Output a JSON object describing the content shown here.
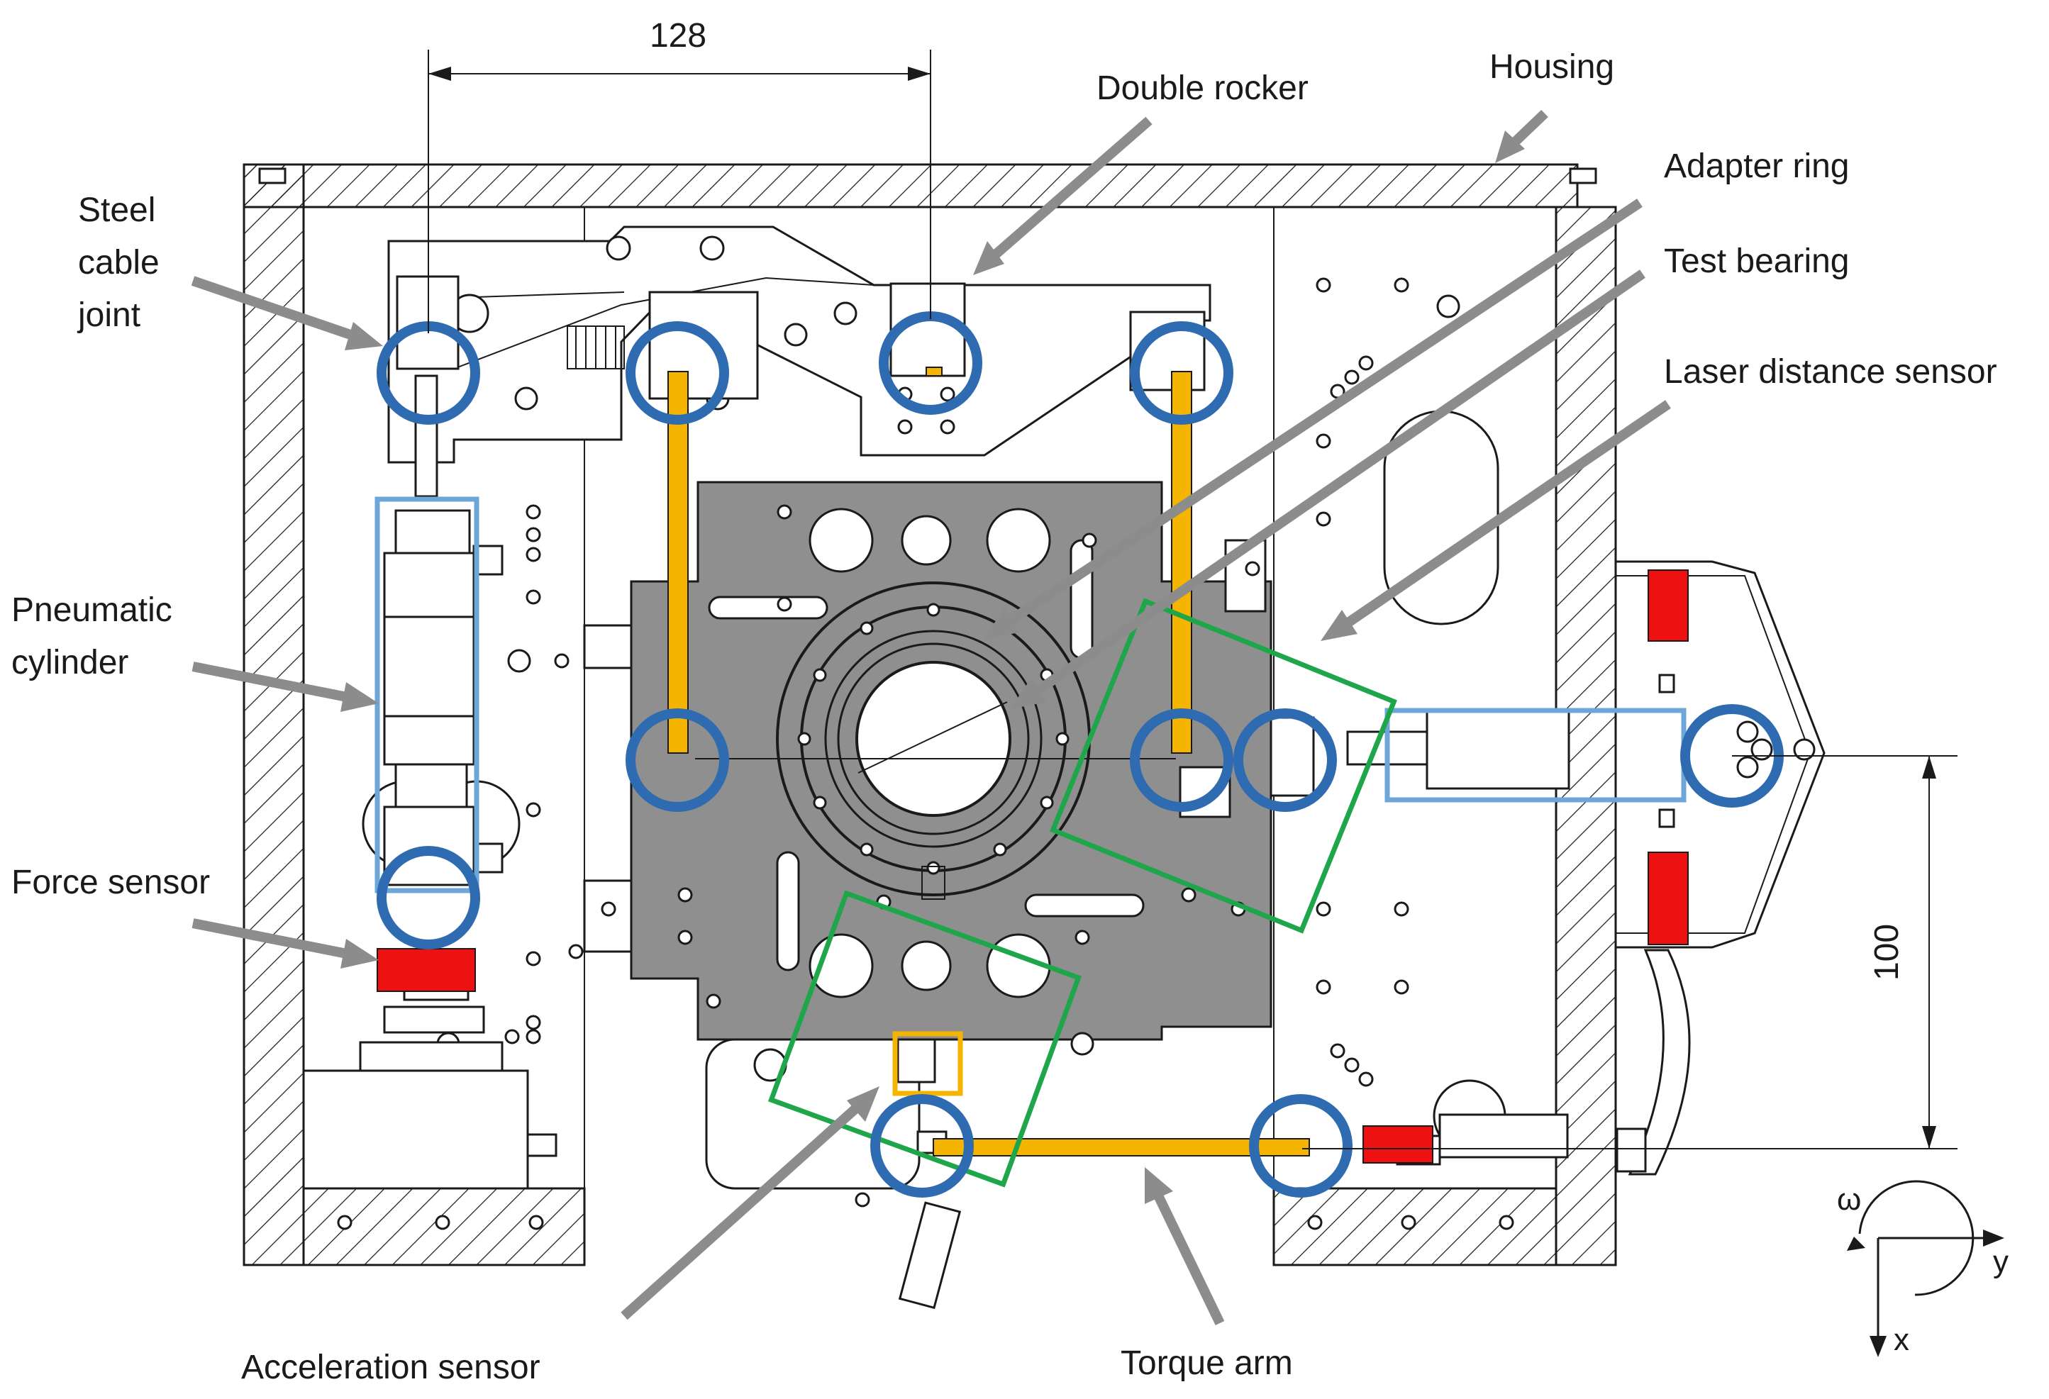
{
  "labels": {
    "dimension_top": "128",
    "double_rocker": "Double rocker",
    "housing": "Housing",
    "adapter_ring": "Adapter ring",
    "test_bearing": "Test bearing",
    "laser_distance_sensor": "Laser distance sensor",
    "steel_cable_joint": [
      "Steel",
      "cable",
      "joint"
    ],
    "pneumatic_cylinder": [
      "Pneumatic",
      "cylinder"
    ],
    "force_sensor": "Force sensor",
    "acceleration_sensor": "Acceleration sensor",
    "torque_arm": "Torque arm",
    "dimension_right": "100"
  },
  "axes": {
    "omega": "ω",
    "y": "y",
    "x": "x"
  },
  "colors": {
    "joint": "#2e6bb0",
    "highlight_blue": "#6fa6d8",
    "highlight_green": "#1fa64a",
    "rod": "#f5b400",
    "red": "#ee1111",
    "carrier": "#8f8f8f",
    "arrow": "#8c8c8c"
  }
}
